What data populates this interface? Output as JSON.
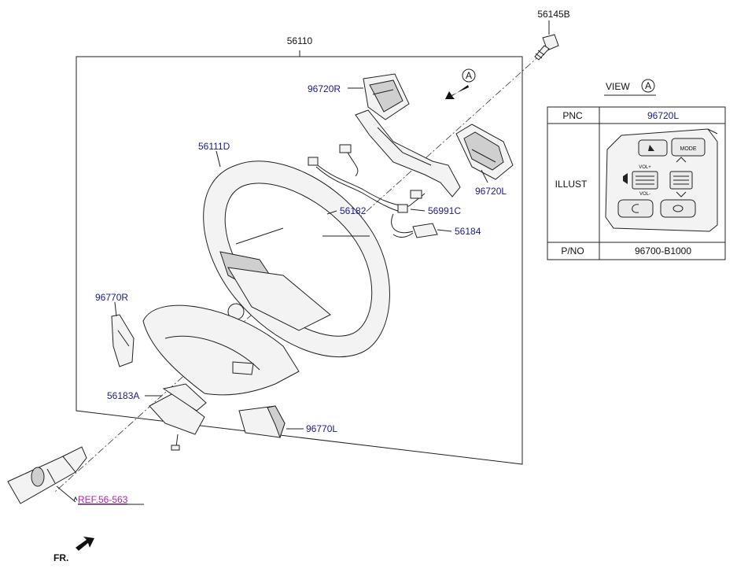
{
  "part_labels": {
    "p56110": "56110",
    "p56145B": "56145B",
    "p96720R": "96720R",
    "p56111D": "56111D",
    "p96720L": "96720L",
    "p56182": "56182",
    "p56991C": "56991C",
    "p56184": "56184",
    "p96770R": "96770R",
    "p56183A": "56183A",
    "p96770L": "96770L"
  },
  "view_marker": "A",
  "reference_link": "REF.56-563",
  "front_label": "FR.",
  "view_box": {
    "title": "VIEW",
    "marker": "A",
    "table": {
      "pnc_header": "PNC",
      "pnc_value": "96720L",
      "illust_header": "ILLUST",
      "pno_header": "P/NO",
      "pno_value": "96700-B1000"
    },
    "switch_labels": {
      "mode": "MODE",
      "vol_up": "VOL+",
      "vol_down": "VOL-"
    }
  },
  "colors": {
    "label_blue": "#1a1a8c",
    "reference_magenta": "#b01fb0",
    "line_black": "#222222"
  }
}
